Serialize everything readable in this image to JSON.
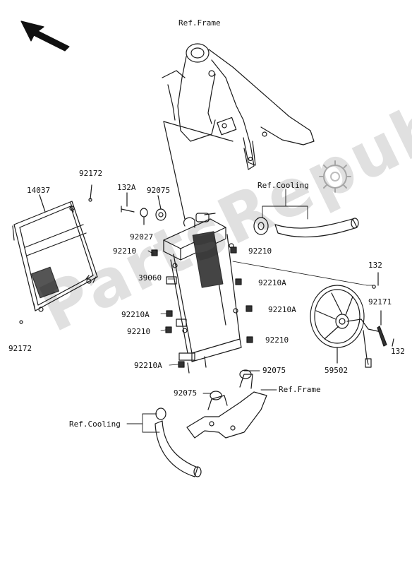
{
  "colors": {
    "line": "#1a1a1a",
    "watermark": "#d8d8d8"
  },
  "watermark": "PartsRepublik",
  "references": {
    "frame_top": "Ref.Frame",
    "cooling_right": "Ref.Cooling",
    "frame_bottom": "Ref.Frame",
    "cooling_left": "Ref.Cooling"
  },
  "parts": {
    "p14037": "14037",
    "p92172_top": "92172",
    "p92172_bottom": "92172",
    "p132A": "132A",
    "p92075_top": "92075",
    "p92027": "92027",
    "p92210_left1": "92210",
    "p92210_right1": "92210",
    "p39060": "39060",
    "p92210A_right1": "92210A",
    "p92210A_left": "92210A",
    "p92210A_right2": "92210A",
    "p92210_left2": "92210",
    "p92210_right2": "92210",
    "p92210A_bottom": "92210A",
    "p92075_right": "92075",
    "p92075_bottom": "92075",
    "p132_top": "132",
    "p92171": "92171",
    "p132_bottom": "132",
    "p59502": "59502"
  },
  "icons": [
    "direction-arrow-icon",
    "gear-icon"
  ]
}
